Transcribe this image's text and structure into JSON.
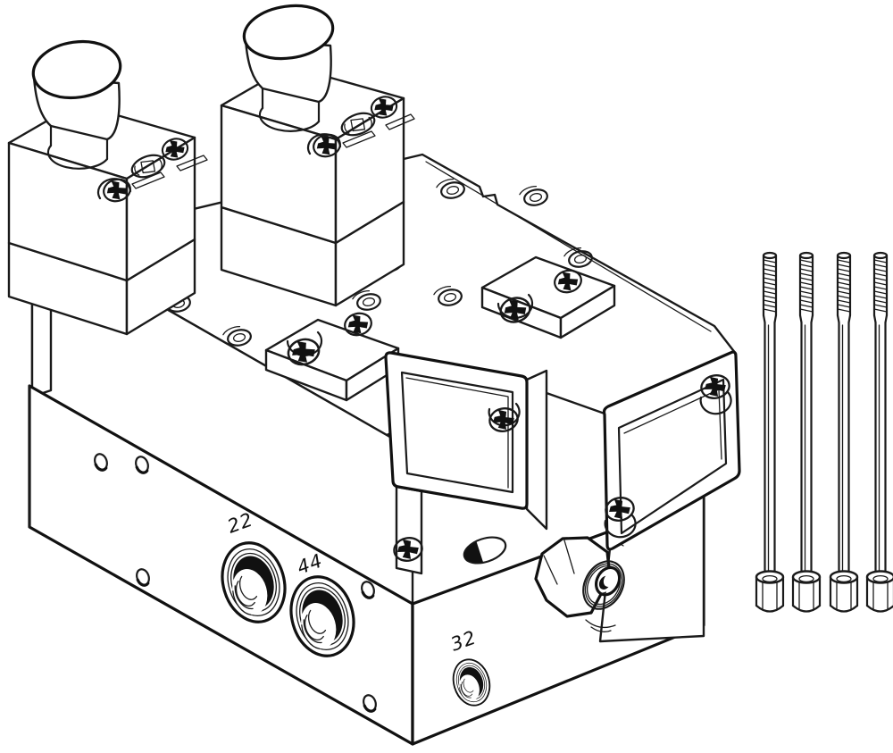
{
  "drawing": {
    "kind": "technical-line-illustration",
    "subject": "pneumatic valve manifold sub-base with two solenoid pilot valves and mounting screws",
    "projection": "isometric",
    "background_color": "#ffffff",
    "line_color": "#1a1a1a"
  },
  "ports": {
    "port_22": {
      "label": "22",
      "type": "threaded-port-large"
    },
    "port_44": {
      "label": "44",
      "type": "threaded-port-large"
    },
    "port_32": {
      "label": "32",
      "type": "threaded-port-small"
    }
  },
  "components": {
    "solenoid_coil_count": 2,
    "manual_override_cap": "mushroom push cap",
    "valve_window_frames": 2,
    "interface_cover_blocks": 2,
    "hex_fitting": "threaded hex silencer fitting",
    "countersunk_holes_on_top": 9,
    "small_mounting_holes": 5,
    "loose_mounting_screws": 4,
    "screw_type": "socket head cap screw, long shank, threaded tip"
  }
}
